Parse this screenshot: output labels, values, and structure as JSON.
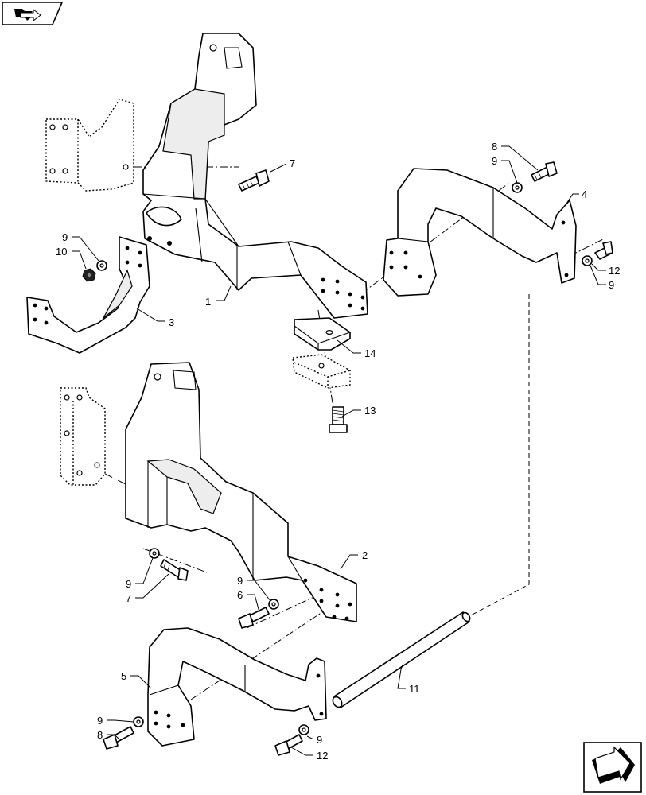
{
  "callouts": {
    "c1": "1",
    "c2": "2",
    "c3": "3",
    "c4": "4",
    "c5": "5",
    "c6": "6",
    "c7a": "7",
    "c7b": "7",
    "c8a": "8",
    "c8b": "8",
    "c9a": "9",
    "c9b": "9",
    "c9c": "9",
    "c9d": "9",
    "c9e": "9",
    "c9f": "9",
    "c9g": "9",
    "c10": "10",
    "c11": "11",
    "c12a": "12",
    "c12b": "12",
    "c13": "13",
    "c14": "14"
  },
  "icons": {
    "top_left": "book-arrow-icon",
    "bottom_right": "next-page-arrow-icon"
  }
}
